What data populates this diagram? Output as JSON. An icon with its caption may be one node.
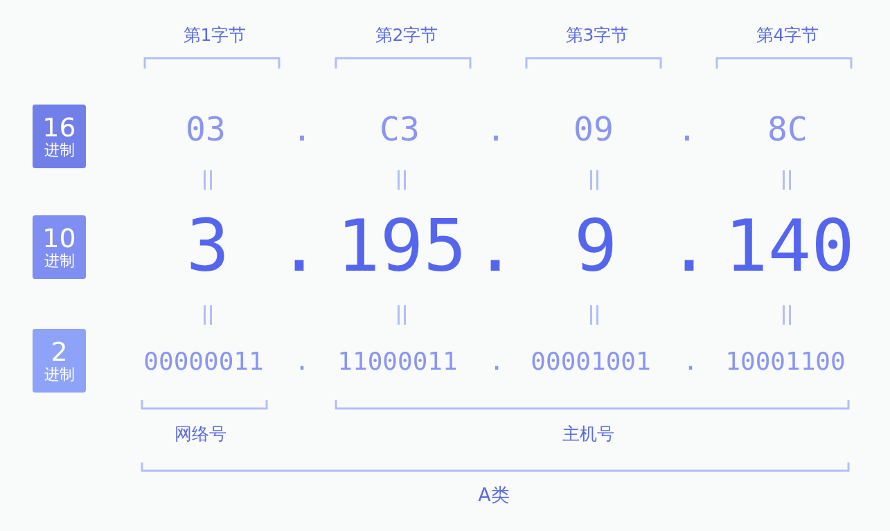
{
  "diagram": {
    "nodes": [
      {
        "text": [
          "16",
          "进制"
        ]
      },
      {
        "text": [
          "10",
          "进制"
        ]
      },
      {
        "text": [
          "2",
          "进制"
        ]
      }
    ],
    "labels": [
      "第1字节",
      "第2字节",
      "第3字节",
      "第4字节",
      "03",
      ".",
      "C3",
      ".",
      "09",
      ".",
      "8C",
      "3",
      ".",
      "195",
      ".",
      "9",
      ".",
      "140",
      "00000011",
      ".",
      "11000011",
      ".",
      "00001001",
      ".",
      "10001100",
      "网络号",
      "主机号",
      "A类"
    ]
  }
}
